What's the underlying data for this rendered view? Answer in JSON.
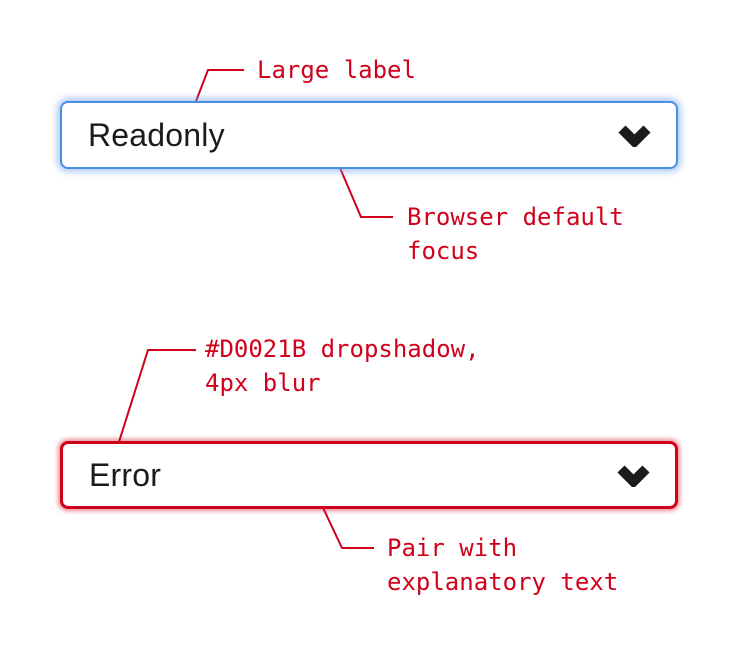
{
  "colors": {
    "background": "#FFFFFF",
    "annotation_red": "#D0021B",
    "focus_blue": "#4A90E2",
    "chevron_dark": "#1B1B1B"
  },
  "selects": [
    {
      "label": "Readonly",
      "icon": "chevron-down"
    },
    {
      "label": "Error",
      "icon": "chevron-down"
    }
  ],
  "annotations": [
    {
      "lines": [
        "Large label"
      ]
    },
    {
      "lines": [
        "Browser default",
        "focus"
      ]
    },
    {
      "lines": [
        "#D0021B dropshadow,",
        "4px blur"
      ]
    },
    {
      "lines": [
        "Pair with",
        "explanatory text"
      ]
    }
  ]
}
